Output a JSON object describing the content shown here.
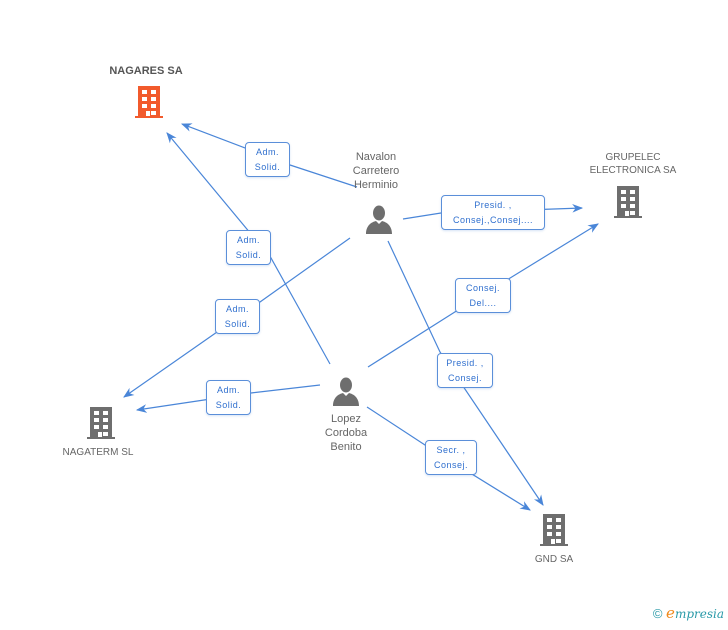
{
  "colors": {
    "edge": "#4a86d8",
    "company_default": "#6e6e6e",
    "company_highlight": "#f25a2c",
    "person": "#6e6e6e",
    "label_text": "#2f6fce"
  },
  "nodes": {
    "nagares": {
      "name": "NAGARES SA",
      "type": "company",
      "icon": "building-icon",
      "highlight": true
    },
    "grupelec": {
      "name_lines": [
        "GRUPELEC",
        "ELECTRONICA SA"
      ],
      "type": "company",
      "icon": "building-icon"
    },
    "nagaterm": {
      "name": "NAGATERM SL",
      "type": "company",
      "icon": "building-icon"
    },
    "gnd": {
      "name": "GND SA",
      "type": "company",
      "icon": "building-icon"
    },
    "navalon": {
      "name_lines": [
        "Navalon",
        "Carretero",
        "Herminio"
      ],
      "type": "person",
      "icon": "person-icon"
    },
    "lopez": {
      "name_lines": [
        "Lopez",
        "Cordoba",
        "Benito"
      ],
      "type": "person",
      "icon": "person-icon"
    }
  },
  "edges": [
    {
      "from": "navalon",
      "to": "nagares",
      "label": [
        "Adm.",
        "Solid."
      ]
    },
    {
      "from": "lopez",
      "to": "nagares",
      "label": [
        "Adm.",
        "Solid."
      ]
    },
    {
      "from": "navalon",
      "to": "nagaterm",
      "label": [
        "Adm.",
        "Solid."
      ]
    },
    {
      "from": "lopez",
      "to": "nagaterm",
      "label": [
        "Adm.",
        "Solid."
      ]
    },
    {
      "from": "navalon",
      "to": "grupelec",
      "label": [
        "Presid. ,",
        "Consej.,Consej...."
      ]
    },
    {
      "from": "lopez",
      "to": "grupelec",
      "label": [
        "Consej.",
        "Del...."
      ]
    },
    {
      "from": "navalon",
      "to": "gnd",
      "label": [
        "Presid. ,",
        "Consej."
      ]
    },
    {
      "from": "lopez",
      "to": "gnd",
      "label": [
        "Secr. ,",
        "Consej."
      ]
    }
  ],
  "footer": {
    "copyright_symbol": "©",
    "brand_initial": "e",
    "brand_rest": "mpresia"
  }
}
